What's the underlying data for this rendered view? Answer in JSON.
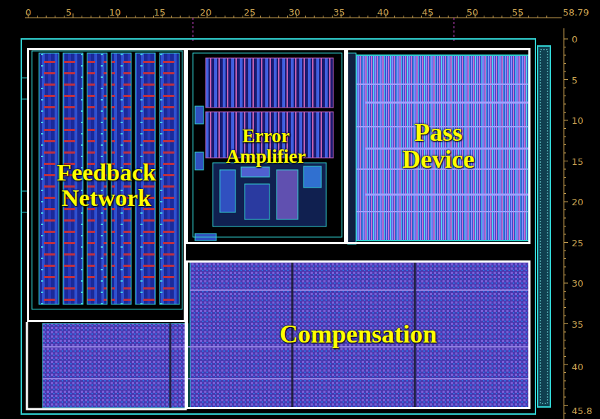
{
  "diagram": {
    "nodes": [
      {
        "text": [
          "Feedback Network"
        ]
      },
      {
        "text": [
          "Error Amplifier"
        ]
      },
      {
        "text": [
          "Pass Device"
        ]
      },
      {
        "text": [
          "Compensation"
        ]
      }
    ],
    "labels": [
      "0",
      "5",
      "10",
      "15",
      "20",
      "25",
      "30",
      "35",
      "40",
      "45",
      "50",
      "55",
      "58.79",
      "0",
      "5",
      "10",
      "15",
      "20",
      "25",
      "30",
      "35",
      "40",
      "45.8"
    ]
  }
}
